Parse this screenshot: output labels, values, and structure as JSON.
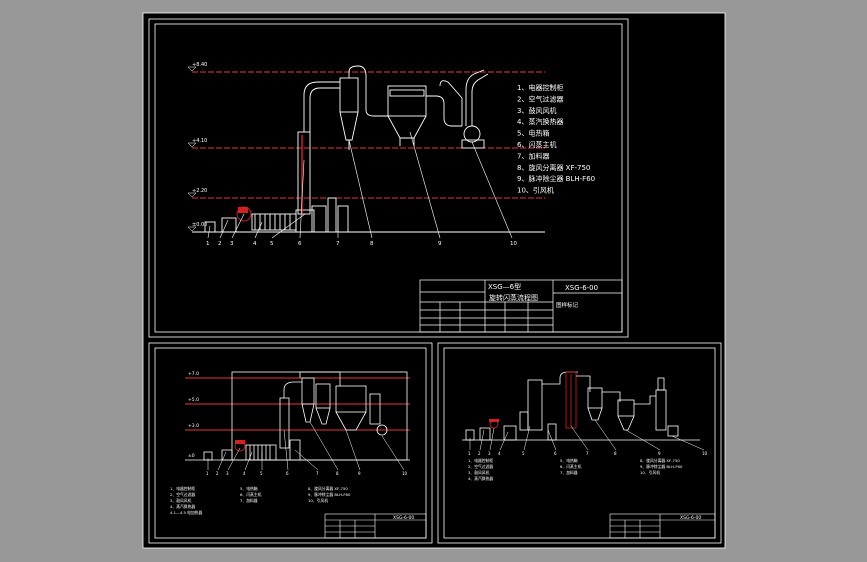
{
  "colors": {
    "background": "#989898",
    "sheet": "#000000",
    "line": "#ffffff",
    "elevation": "#e6333a",
    "accent_red": "#d62020"
  },
  "sheet1": {
    "elevations": [
      "+8.40",
      "+4.10",
      "+2.20",
      "±0.00"
    ],
    "legend": [
      "1、电器控制柜",
      "2、空气过滤器",
      "3、鼓风风机",
      "4、蒸汽换热器",
      "5、电热箱",
      "6、闪蒸主机",
      "7、加料器",
      "8、旋风分离器 XF-750",
      "9、脉冲除尘器 BLH-F60",
      "10、引风机"
    ],
    "callouts": [
      "1",
      "2",
      "3",
      "4",
      "5",
      "6",
      "7",
      "8",
      "9",
      "10"
    ],
    "title_block": {
      "model": "XSG—6型",
      "drawing_name": "旋转闪蒸流程图",
      "drawing_no": "XSG-6-00",
      "note": "图样标记"
    }
  },
  "sheet2": {
    "elevations": [
      "+7.0",
      "+5.0",
      "+3.0",
      "±0"
    ],
    "legend": [
      "1、电器控制柜",
      "2、空气过滤器",
      "3、鼓风风机",
      "4、蒸汽换热器",
      "4.1—4.5  电加热器",
      "5、电热箱",
      "6、闪蒸主机",
      "7、加料器",
      "8、旋风分离器 XF-750",
      "9、脉冲除尘器 BLH-F60",
      "10、引风机"
    ],
    "callouts": [
      "1",
      "2",
      "3",
      "4",
      "5",
      "6",
      "7",
      "8",
      "9",
      "10"
    ],
    "title_block": {
      "drawing_no": "XSG-6-00"
    }
  },
  "sheet3": {
    "legend": [
      "1、电器控制柜",
      "2、空气过滤器",
      "3、鼓风风机",
      "4、蒸汽换热器",
      "5、电热箱",
      "6、闪蒸主机",
      "7、加料器",
      "8、旋风分离器 XF-750",
      "9、脉冲除尘器 BLH-F60",
      "10、引风机"
    ],
    "callouts": [
      "1",
      "2",
      "3",
      "4",
      "5",
      "6",
      "7",
      "8",
      "9",
      "10"
    ],
    "title_block": {
      "drawing_no": "XSG-6-00"
    }
  }
}
